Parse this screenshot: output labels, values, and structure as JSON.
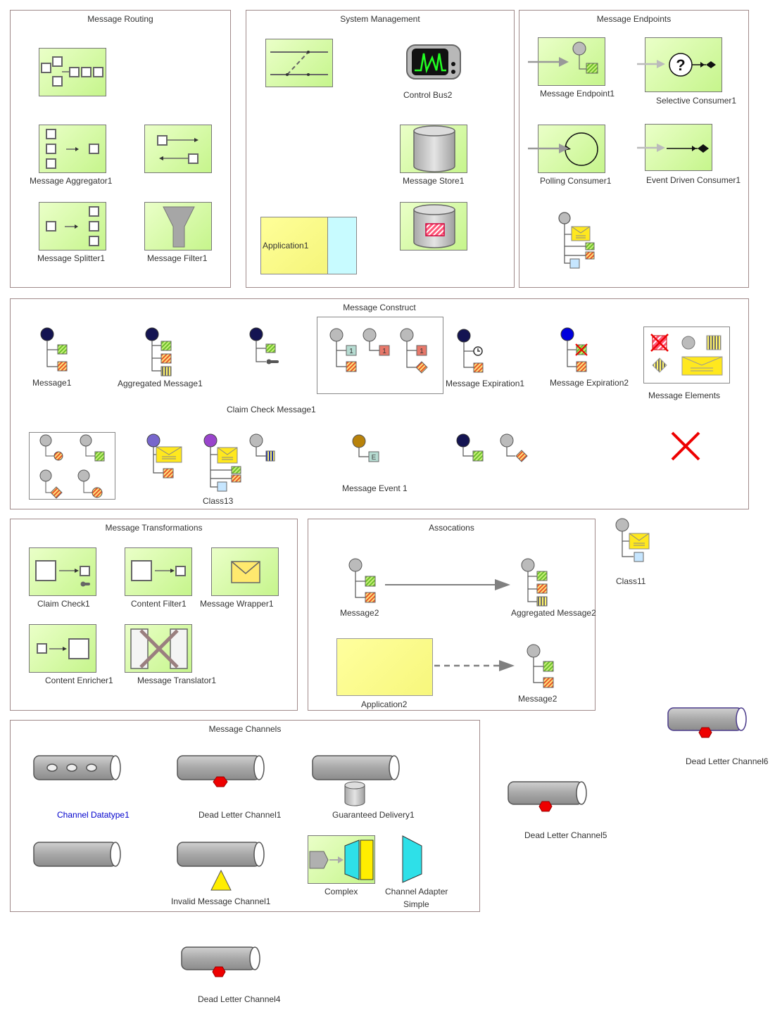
{
  "frames": {
    "routing": "Message Routing",
    "system": "System Management",
    "endpoints": "Message Endpoints",
    "construct": "Message Construct",
    "transformations": "Message Transformations",
    "associations": "Assocations",
    "channels": "Message Channels"
  },
  "routing": {
    "aggregator": "Message Aggregator1",
    "splitter": "Message Splitter1",
    "filter": "Message Filter1"
  },
  "system": {
    "control_bus": "Control Bus2",
    "message_store": "Message Store1",
    "application": "Application1"
  },
  "endpoints": {
    "endpoint": "Message Endpoint1",
    "selective": "Selective Consumer1",
    "polling": "Polling Consumer1",
    "event_driven": "Event Driven Consumer1"
  },
  "construct": {
    "message": "Message1",
    "aggregated": "Aggregated Message1",
    "claim_check": "Claim Check Message1",
    "expiration1": "Message Expiration1",
    "expiration2": "Message Expiration2",
    "elements": "Message Elements",
    "class13": "Class13",
    "event": "Message Event 1",
    "num1": "1",
    "letter_e": "E"
  },
  "class11": "Class11",
  "transformations": {
    "claim_check": "Claim Check1",
    "content_filter": "Content Filter1",
    "wrapper": "Message Wrapper1",
    "enricher": "Content Enricher1",
    "translator": "Message Translator1"
  },
  "associations": {
    "message2a": "Message2",
    "aggregated2": "Aggregated Message2",
    "application2": "Application2",
    "message2b": "Message2"
  },
  "channels": {
    "datatype": "Channel Datatype1",
    "dead_letter1": "Dead Letter Channel1",
    "guaranteed": "Guaranteed Delivery1",
    "invalid": "Invalid Message Channel1",
    "complex": "Complex",
    "adapter_line1": "Channel Adapter",
    "adapter_line2": "Simple"
  },
  "outside": {
    "dead_letter6": "Dead Letter Channel6",
    "dead_letter5": "Dead Letter Channel5",
    "dead_letter4": "Dead Letter Channel4"
  },
  "colors": {
    "frame_border": "#a08a8a",
    "element_green": "#c6f58c",
    "note_yellow": "#ffff99",
    "pipe_gray": "#a0a0a0",
    "dead_letter_red": "#ff0000",
    "link_blue": "#0000cc"
  }
}
